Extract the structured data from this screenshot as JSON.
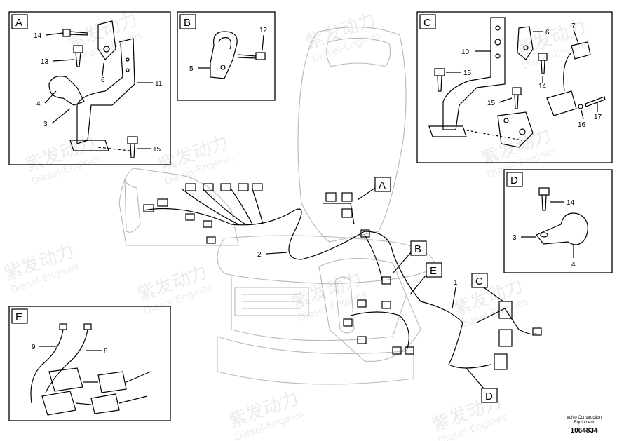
{
  "detail_boxes": [
    {
      "id": "A",
      "callouts": [
        "14",
        "13",
        "4",
        "3",
        "6",
        "11",
        "15"
      ]
    },
    {
      "id": "B",
      "callouts": [
        "12",
        "5"
      ]
    },
    {
      "id": "C",
      "callouts": [
        "10",
        "6",
        "7",
        "15",
        "14",
        "15",
        "16",
        "17"
      ]
    },
    {
      "id": "D",
      "callouts": [
        "14",
        "3",
        "4"
      ]
    },
    {
      "id": "E",
      "callouts": [
        "9",
        "8"
      ]
    }
  ],
  "main": {
    "callouts": [
      "2",
      "1"
    ],
    "markers": [
      "A",
      "B",
      "E",
      "C",
      "D"
    ]
  },
  "watermark": {
    "brand": "紫发动力",
    "sub": "Diesel-Engines"
  },
  "footer": {
    "line1": "Volvo Construction",
    "line2": "Equipment",
    "ref": "1064834"
  }
}
